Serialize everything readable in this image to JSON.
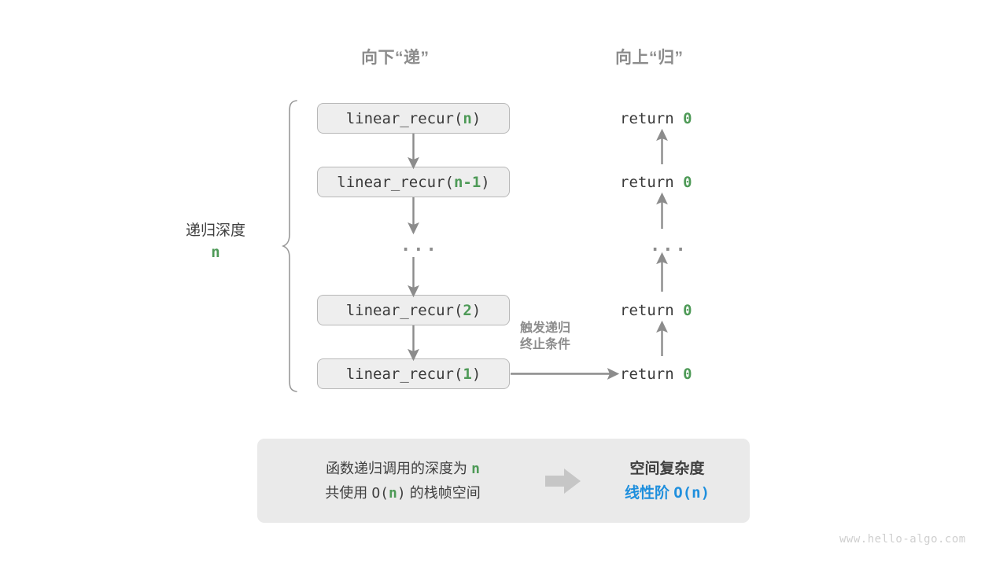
{
  "headings": {
    "down": "向下“递”",
    "up": "向上“归”"
  },
  "depth_label": {
    "text": "递归深度",
    "variable": "n"
  },
  "call_stack": [
    {
      "prefix": "linear_recur(",
      "arg": "n",
      "suffix": ")"
    },
    {
      "prefix": "linear_recur(",
      "arg": "n-1",
      "suffix": ")"
    },
    {
      "prefix": "linear_recur(",
      "arg": "2",
      "suffix": ")"
    },
    {
      "prefix": "linear_recur(",
      "arg": "1",
      "suffix": ")"
    }
  ],
  "ellipsis": "...",
  "returns": [
    {
      "keyword": "return",
      "value": "0"
    },
    {
      "keyword": "return",
      "value": "0"
    },
    {
      "keyword": "return",
      "value": "0"
    },
    {
      "keyword": "return",
      "value": "0"
    }
  ],
  "trigger_note": {
    "line1": "触发递归",
    "line2": "终止条件"
  },
  "summary": {
    "left_line1_pre": "函数递归调用的深度为",
    "left_line1_var": "n",
    "left_line2_pre": "共使用",
    "left_line2_mono_open": "O(",
    "left_line2_var": "n",
    "left_line2_mono_close": ")",
    "left_line2_post": "的栈帧空间",
    "right_title": "空间复杂度",
    "right_value_label": "线性阶",
    "right_value_mono": "O(n)"
  },
  "watermark": "www.hello-algo.com",
  "colors": {
    "green": "#4e9a57",
    "blue": "#1f8fdd",
    "gray_stroke": "#8c8c8c",
    "box_fill": "#eeeeee",
    "box_border": "#b8b8b8",
    "panel_fill": "#eaeaea",
    "text_dark": "#3f3f3f",
    "watermark": "#cfcfcf"
  }
}
